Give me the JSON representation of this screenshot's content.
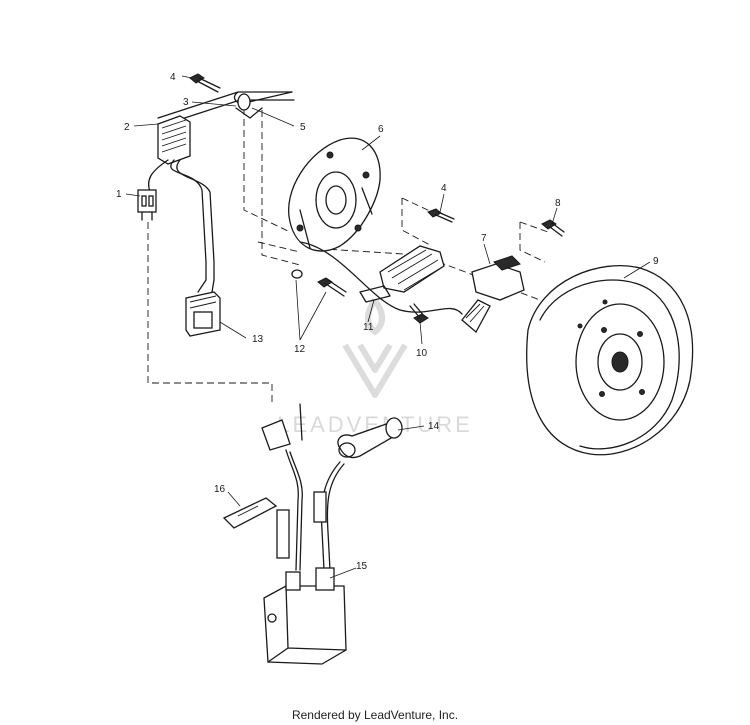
{
  "callouts": {
    "n1": "1",
    "n2": "2",
    "n3": "3",
    "n4a": "4",
    "n4b": "4",
    "n5": "5",
    "n6": "6",
    "n7": "7",
    "n8": "8",
    "n9": "9",
    "n10": "10",
    "n11": "11",
    "n12": "12",
    "n13": "13",
    "n14": "14",
    "n15": "15",
    "n16": "16"
  },
  "watermark": {
    "text": "LEADVENTURE"
  },
  "footer": {
    "text": "Rendered by LeadVenture, Inc."
  }
}
